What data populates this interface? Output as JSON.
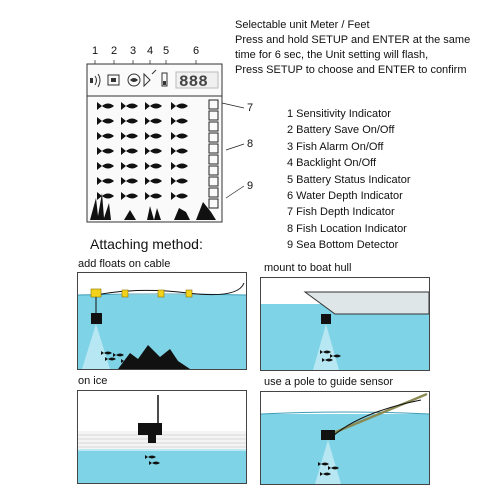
{
  "unit_note": {
    "lines": [
      "Selectable unit Meter / Feet",
      "Press and hold SETUP and ENTER at the same",
      "time for 6 sec, the Unit setting will flash,",
      "Press SETUP to choose and ENTER to confirm"
    ]
  },
  "display": {
    "top_numbers": [
      "1",
      "2",
      "3",
      "4",
      "5",
      "6"
    ],
    "side_numbers": [
      "7",
      "8",
      "9"
    ],
    "depth_digits": "888"
  },
  "legend": {
    "items": [
      "1  Sensitivity Indicator",
      "2  Battery Save On/Off",
      "3  Fish Alarm On/Off",
      "4  Backlight On/Off",
      "5  Battery Status Indicator",
      "6  Water Depth Indicator",
      "7  Fish Depth Indicator",
      "8  Fish Location Indicator",
      "9  Sea Bottom Detector"
    ]
  },
  "attaching": {
    "title": "Attaching method:",
    "panels": [
      {
        "caption": "add floats on cable"
      },
      {
        "caption": "mount to boat hull"
      },
      {
        "caption": "on ice"
      },
      {
        "caption": "use a pole to guide sensor"
      }
    ]
  },
  "colors": {
    "water": "#7fd3e6",
    "water_light": "#bfe9f2",
    "float": "#f2d21b",
    "ink": "#111111"
  }
}
